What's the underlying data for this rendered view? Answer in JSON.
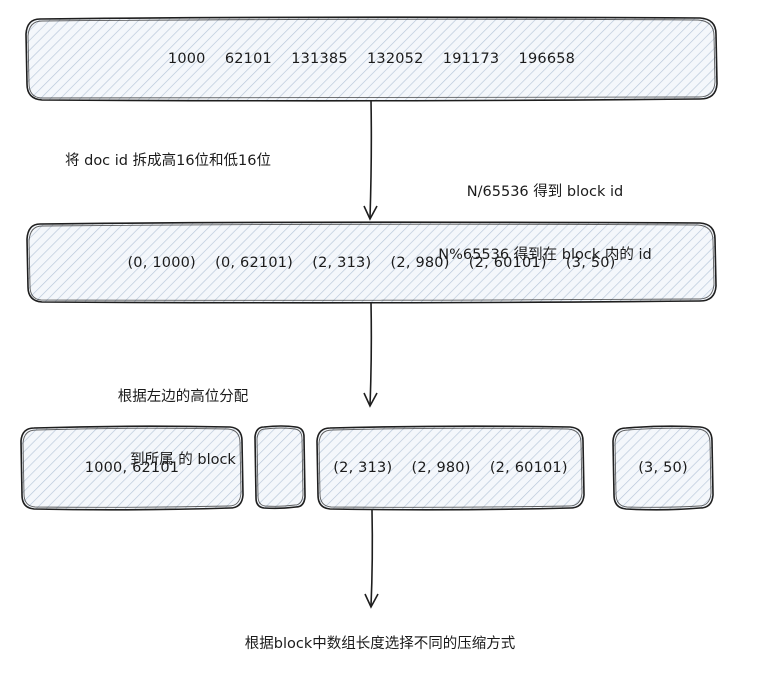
{
  "top_box": {
    "text": "1000    62101    131385    132052    191173    196658"
  },
  "note_split": {
    "text": "将 doc id 拆成高16位和低16位"
  },
  "note_block_id": {
    "line1": "N/65536 得到 block id",
    "line2": "N%65536 得到在 block 内的 id"
  },
  "pairs_box": {
    "text": "(0, 1000)    (0, 62101)    (2, 313)    (2, 980)    (2, 60101)    (3, 50)"
  },
  "note_assign": {
    "line1": "根据左边的高位分配",
    "line2": "到所属 的 block"
  },
  "blocks": [
    {
      "text": "1000, 62101"
    },
    {
      "text": ""
    },
    {
      "text": "(2, 313)    (2, 980)    (2, 60101)"
    },
    {
      "text": "(3, 50)"
    }
  ],
  "note_compress": {
    "text": "根据block中数组长度选择不同的压缩方式"
  },
  "colors": {
    "hatch": "#b7c6d9",
    "stroke": "#1e1e1e",
    "fill": "#f4f7fb"
  }
}
